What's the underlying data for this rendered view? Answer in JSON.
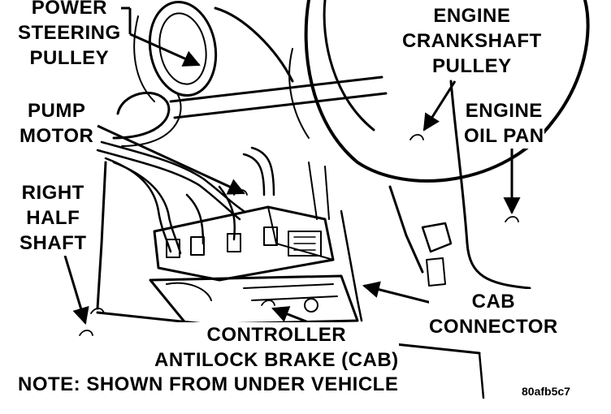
{
  "labels": {
    "power_steering_pulley": "POWER\nSTEERING\nPULLEY",
    "engine_crankshaft_pulley": "ENGINE\nCRANKSHAFT\nPULLEY",
    "pump_motor": "PUMP\nMOTOR",
    "engine_oil_pan": "ENGINE\nOIL PAN",
    "right_half_shaft": "RIGHT\nHALF\nSHAFT",
    "cab_connector": "CAB\nCONNECTOR",
    "controller": "CONTROLLER\nANTILOCK BRAKE (CAB)",
    "note": "NOTE: SHOWN FROM UNDER VEHICLE",
    "figure_ref": "80afb5c7"
  },
  "colors": {
    "ink": "#000000",
    "paper": "#ffffff"
  }
}
